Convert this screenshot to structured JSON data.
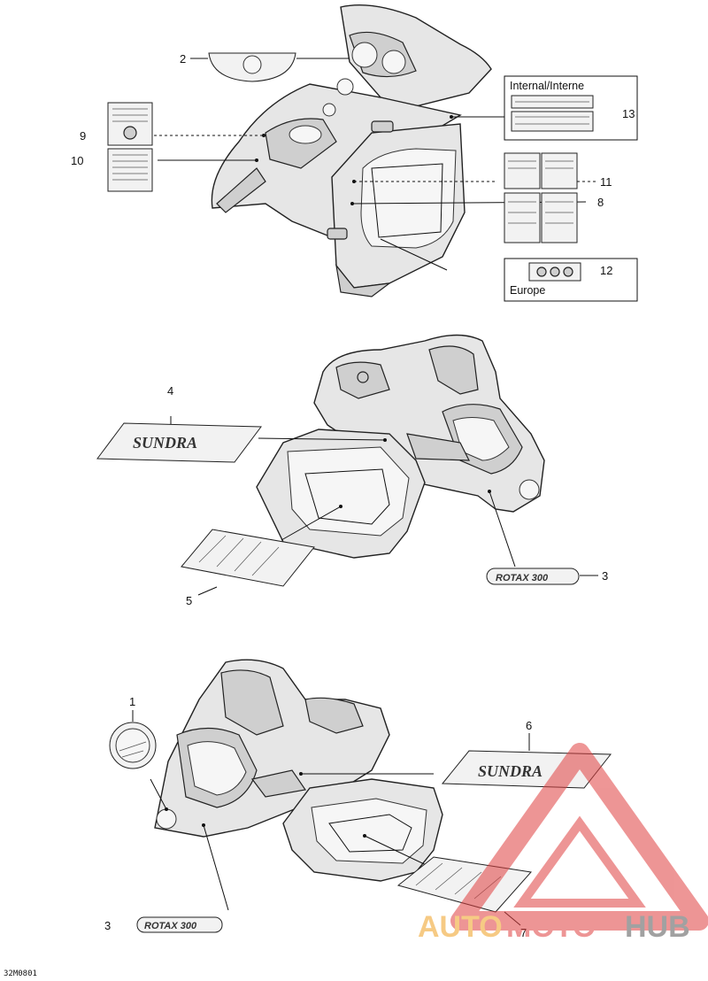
{
  "callouts": {
    "c1": "1",
    "c2": "2",
    "c3a": "3",
    "c3b": "3",
    "c4": "4",
    "c5": "5",
    "c6": "6",
    "c7": "7",
    "c8": "8",
    "c9": "9",
    "c10": "10",
    "c11": "11",
    "c12": "12",
    "c13": "13"
  },
  "labels": {
    "internal_box_title": "Internal/Interne",
    "europe_box_title": "Europe",
    "drawing_code": "32M0801"
  },
  "decal_text": {
    "sundra": "SUNDRA",
    "rotax300": "ROTAX 300"
  },
  "watermark": {
    "brand_auto": "AUTO",
    "brand_moto": "MOTO",
    "brand_hub": "HUB",
    "color_red": "#e04040",
    "color_gray": "#555555"
  }
}
